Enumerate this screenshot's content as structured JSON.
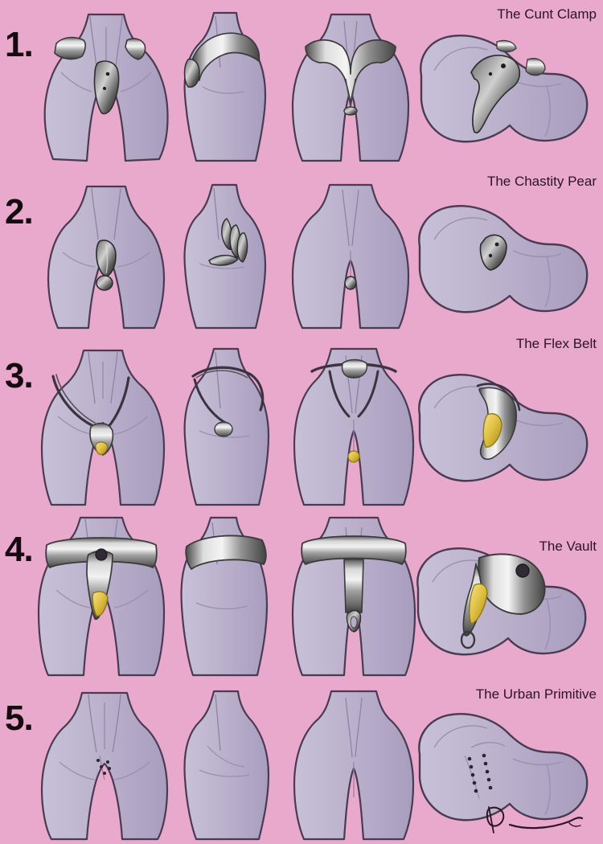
{
  "sheet": {
    "title_visible": false,
    "background_color": "#e9a9cd",
    "body_fill": "#b8aecb",
    "body_shade": "#a79cbd",
    "body_light": "#c6bed6",
    "outline_color": "#4a3b52",
    "metal_light": "#e6e6e6",
    "metal_mid": "#9b9b9b",
    "metal_dark": "#4f4f4f",
    "gold_color": "#e3c242",
    "stud_color": "#2b2430",
    "text_color": "#2e1324",
    "number_color": "#140b10"
  },
  "columns": [
    {
      "name": "front-view",
      "label": "front"
    },
    {
      "name": "side-view",
      "label": "side"
    },
    {
      "name": "rear-view",
      "label": "rear"
    },
    {
      "name": "three-quarter-view",
      "label": "three-quarter"
    }
  ],
  "rows": [
    {
      "number": "1.",
      "label": "The Cunt Clamp",
      "device": "clamp",
      "has_gold": false,
      "has_studs": false
    },
    {
      "number": "2.",
      "label": "The Chastity Pear",
      "device": "pear",
      "has_gold": false,
      "has_studs": false
    },
    {
      "number": "3.",
      "label": "The Flex Belt",
      "device": "flex-belt",
      "has_gold": true,
      "has_studs": false
    },
    {
      "number": "4.",
      "label": "The Vault",
      "device": "vault",
      "has_gold": true,
      "has_studs": false
    },
    {
      "number": "5.",
      "label": "The Urban Primitive",
      "device": "piercings",
      "has_studs": true,
      "has_gold": false
    }
  ],
  "signature": {
    "name": "artist-signature",
    "visible": true
  }
}
